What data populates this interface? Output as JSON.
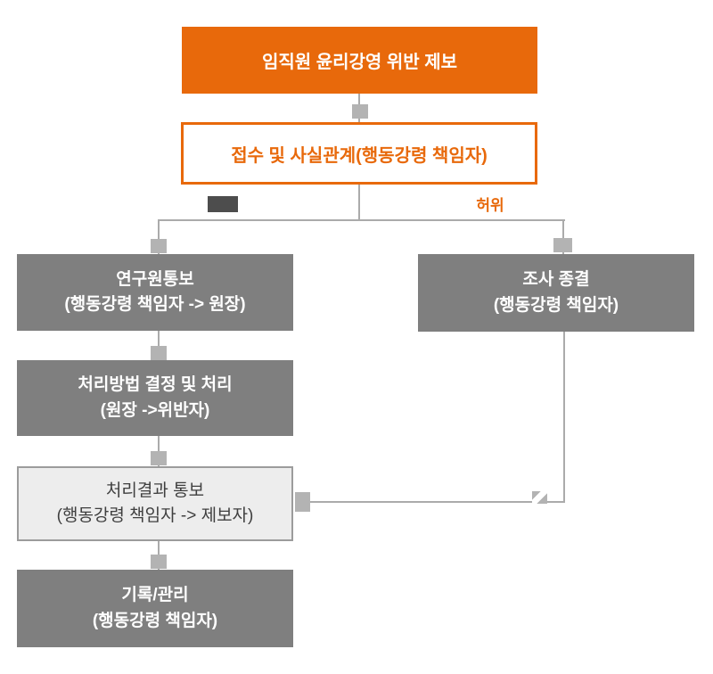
{
  "flowchart": {
    "top": {
      "label": "임직원 윤리강영 위반 제보"
    },
    "receipt": {
      "label": "접수 및 사실관계(행동강령 책임자)"
    },
    "branch_label_false": "허위",
    "left_column": [
      {
        "line1": "연구원통보",
        "line2": "(행동강령 책임자 -> 원장)"
      },
      {
        "line1": "처리방법 결정 및 처리",
        "line2": "(원장 ->위반자)"
      },
      {
        "line1": "처리결과 통보",
        "line2": "(행동강령 책임자 -> 제보자)"
      },
      {
        "line1": "기록/관리",
        "line2": "(행동강령 책임자)"
      }
    ],
    "right_column": [
      {
        "line1": "조사 종결",
        "line2": "(행동강령 책임자)"
      }
    ]
  },
  "colors": {
    "accent_orange": "#E8690B",
    "box_gray": "#7F7F7F",
    "connector_gray": "#ABABAB",
    "square_gray": "#B3B3B3",
    "dark_swatch": "#4D4D4D",
    "light_box_fill": "#EDEDED",
    "light_box_border": "#9C9C9C",
    "light_box_text": "#3F3F3F"
  }
}
